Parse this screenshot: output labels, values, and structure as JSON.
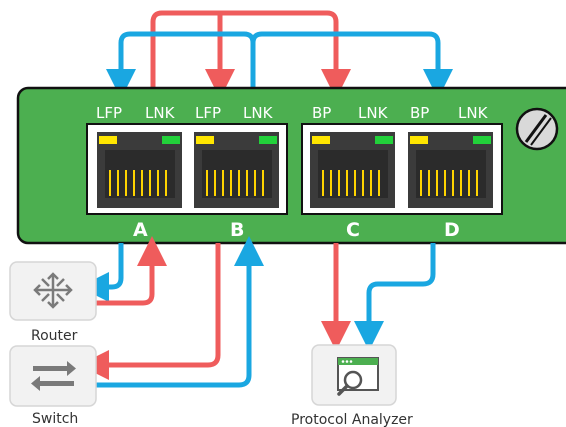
{
  "colors": {
    "panel": "#4caf50",
    "panel_border": "#111111",
    "blue_link": "#1aa7e1",
    "red_link": "#ef5c5c",
    "led_yellow": "#ffe600",
    "led_green": "#22d13a",
    "jack_body": "#3b3b3b",
    "pins": "#ffd400",
    "device_box": "#f2f2f2"
  },
  "ports": [
    {
      "letter": "A",
      "left_label": "LFP",
      "right_label": "LNK"
    },
    {
      "letter": "B",
      "left_label": "LFP",
      "right_label": "LNK"
    },
    {
      "letter": "C",
      "left_label": "BP",
      "right_label": "LNK"
    },
    {
      "letter": "D",
      "left_label": "BP",
      "right_label": "LNK"
    }
  ],
  "devices": {
    "router": {
      "label": "Router",
      "icon": "router-icon"
    },
    "switch": {
      "label": "Switch",
      "icon": "switch-icon"
    },
    "analyzer": {
      "label": "Protocol Analyzer",
      "icon": "protocol-analyzer-icon"
    }
  }
}
